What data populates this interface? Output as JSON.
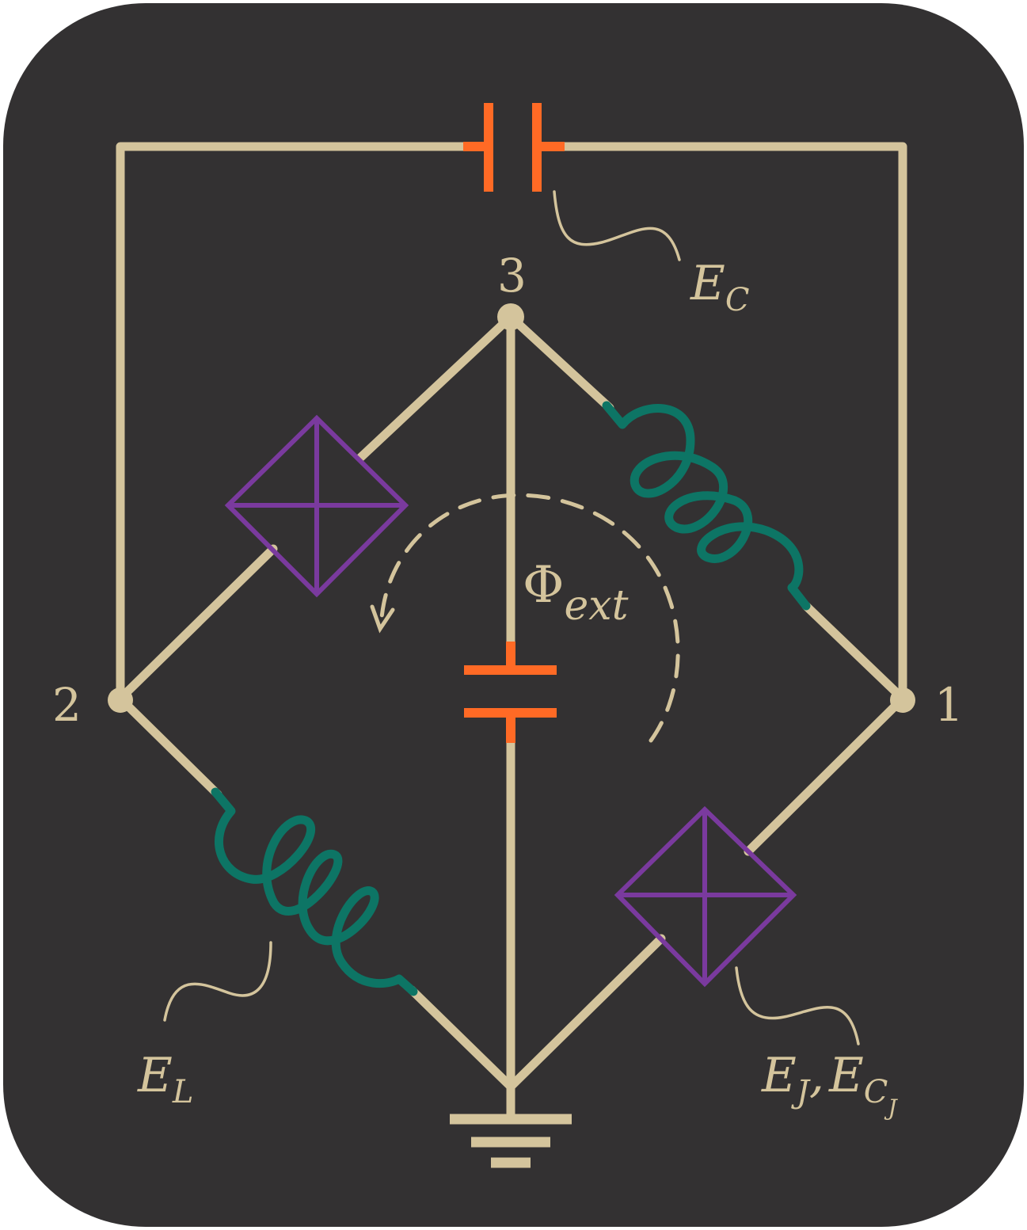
{
  "colors": {
    "background": "#333132",
    "wire": "#d4c49c",
    "capacitor": "#ff6a25",
    "inductor": "#0d7565",
    "junction": "#7a3a9e"
  },
  "nodes": {
    "n1": "1",
    "n2": "2",
    "n3": "3"
  },
  "labels": {
    "ec": {
      "main": "E",
      "sub": "C"
    },
    "el": {
      "main": "E",
      "sub": "L"
    },
    "ej": {
      "main": "E",
      "sub": "J",
      "sep": ",",
      "main2": "E",
      "sub2": "C",
      "subsub2": "J"
    },
    "phi": {
      "main": "Φ",
      "sub": "ext"
    }
  }
}
